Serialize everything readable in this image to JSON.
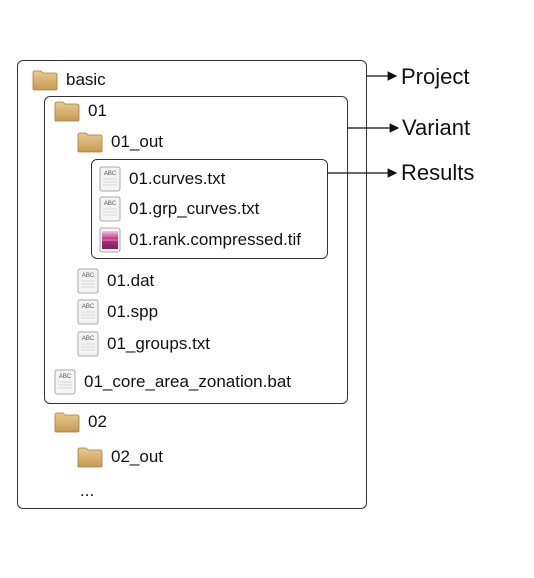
{
  "tree": {
    "root": {
      "label": "basic",
      "icon": "folder-icon"
    },
    "variant": {
      "label": "01",
      "icon": "folder-icon"
    },
    "out": {
      "label": "01_out",
      "icon": "folder-icon"
    },
    "results": [
      {
        "label": "01.curves.txt",
        "icon": "text-file-icon"
      },
      {
        "label": "01.grp_curves.txt",
        "icon": "text-file-icon"
      },
      {
        "label": "01.rank.compressed.tif",
        "icon": "image-file-icon"
      }
    ],
    "inputs": [
      {
        "label": "01.dat",
        "icon": "text-file-icon"
      },
      {
        "label": "01.spp",
        "icon": "text-file-icon"
      },
      {
        "label": "01_groups.txt",
        "icon": "text-file-icon"
      }
    ],
    "bat": {
      "label": "01_core_area_zonation.bat",
      "icon": "text-file-icon"
    },
    "variant2": {
      "label": "02",
      "icon": "folder-icon"
    },
    "out2": {
      "label": "02_out",
      "icon": "folder-icon"
    },
    "more": "..."
  },
  "annotations": {
    "project": "Project",
    "variant": "Variant",
    "results": "Results"
  },
  "icon_text": "ABC"
}
